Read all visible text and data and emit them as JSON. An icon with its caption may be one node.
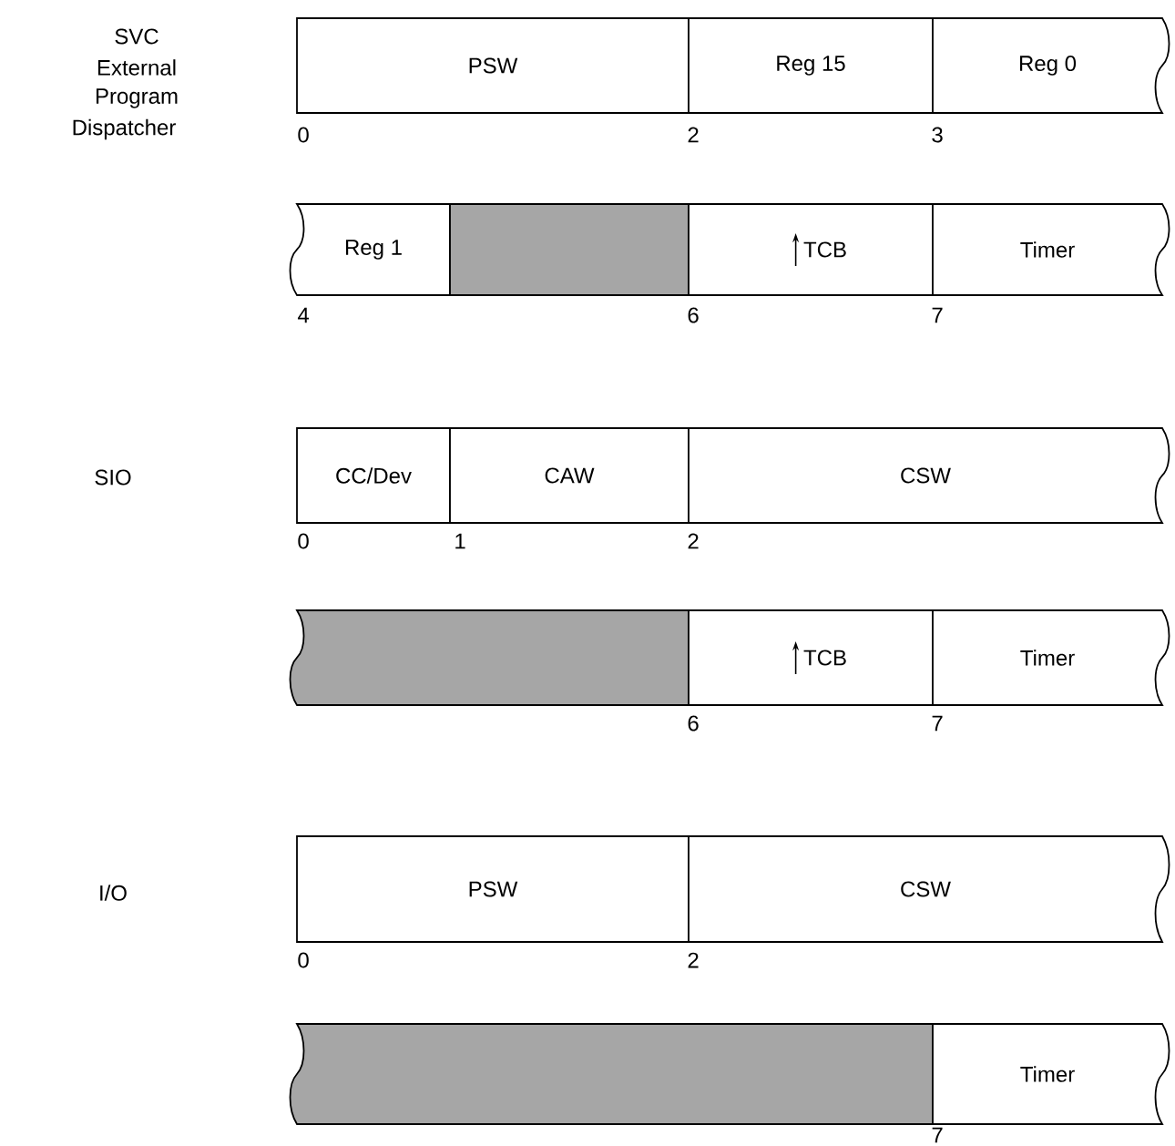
{
  "diagram": {
    "nodes": [
      {
        "text": [
          "PSW"
        ]
      },
      {
        "text": [
          "Reg 15"
        ]
      },
      {
        "text": [
          "Reg 0"
        ]
      },
      {
        "text": [
          "Reg 1"
        ]
      },
      {
        "text": [],
        "shape": "box"
      },
      {
        "text": [
          "TCB"
        ]
      },
      {
        "text": [
          "Timer"
        ]
      },
      {
        "text": [
          "CC/Dev"
        ]
      },
      {
        "text": [
          "CAW"
        ]
      },
      {
        "text": [
          "CSW"
        ]
      },
      {
        "text": [],
        "shape": "box"
      },
      {
        "text": [
          "TCB"
        ]
      },
      {
        "text": [
          "Timer"
        ]
      },
      {
        "text": [
          "PSW"
        ]
      },
      {
        "text": [
          "CSW"
        ]
      },
      {
        "text": [],
        "shape": "box"
      },
      {
        "text": [
          "Timer"
        ]
      }
    ],
    "labels": [
      "SVC",
      "External",
      "Program",
      "Dispatcher",
      "0",
      "2",
      "3",
      "4",
      "6",
      "7",
      "SIO",
      "0",
      "1",
      "2",
      "6",
      "7",
      "I/O",
      "0",
      "2",
      "7"
    ]
  }
}
